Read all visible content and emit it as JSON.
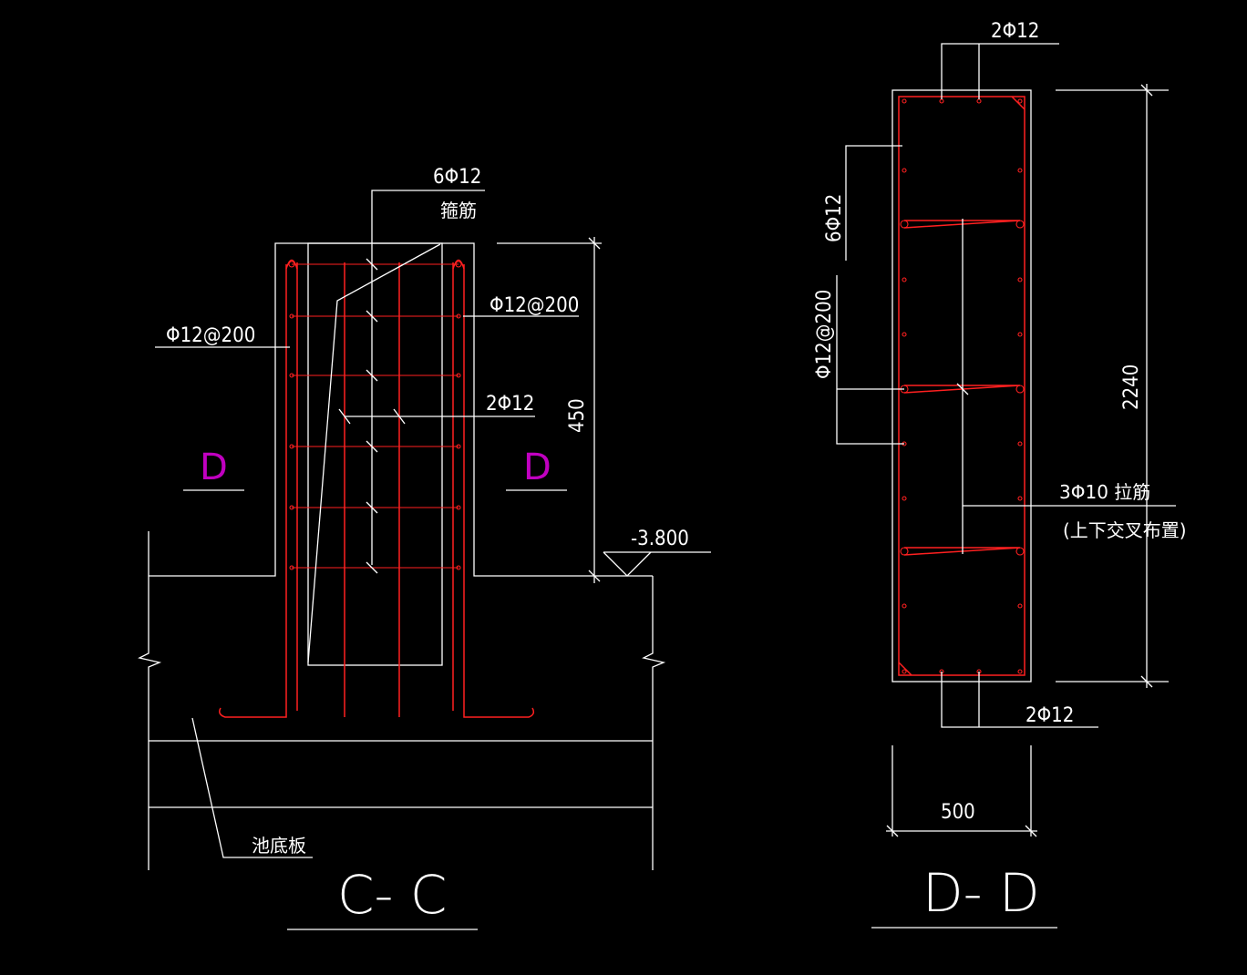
{
  "colors": {
    "background": "#000000",
    "lines": "#ffffff",
    "rebar": "#ff2020",
    "section_mark": "#c000c0"
  },
  "section_cc": {
    "title": "C- C",
    "label_stirrup_count": "6Φ12",
    "label_stirrup_name": "箍筋",
    "label_left_bars": "Φ12@200",
    "label_right_bars": "Φ12@200",
    "label_mid_bars": "2Φ12",
    "dim_height": "450",
    "elevation": "-3.800",
    "mark_left": "D",
    "mark_right": "D",
    "slab_label": "池底板"
  },
  "section_dd": {
    "title": "D- D",
    "label_top_bars": "2Φ12",
    "label_bottom_bars": "2Φ12",
    "label_side_count": "6Φ12",
    "label_side_bars": "Φ12@200",
    "dim_height": "2240",
    "dim_width": "500",
    "label_ties": "3Φ10 拉筋",
    "label_ties_note": "(上下交叉布置)"
  }
}
